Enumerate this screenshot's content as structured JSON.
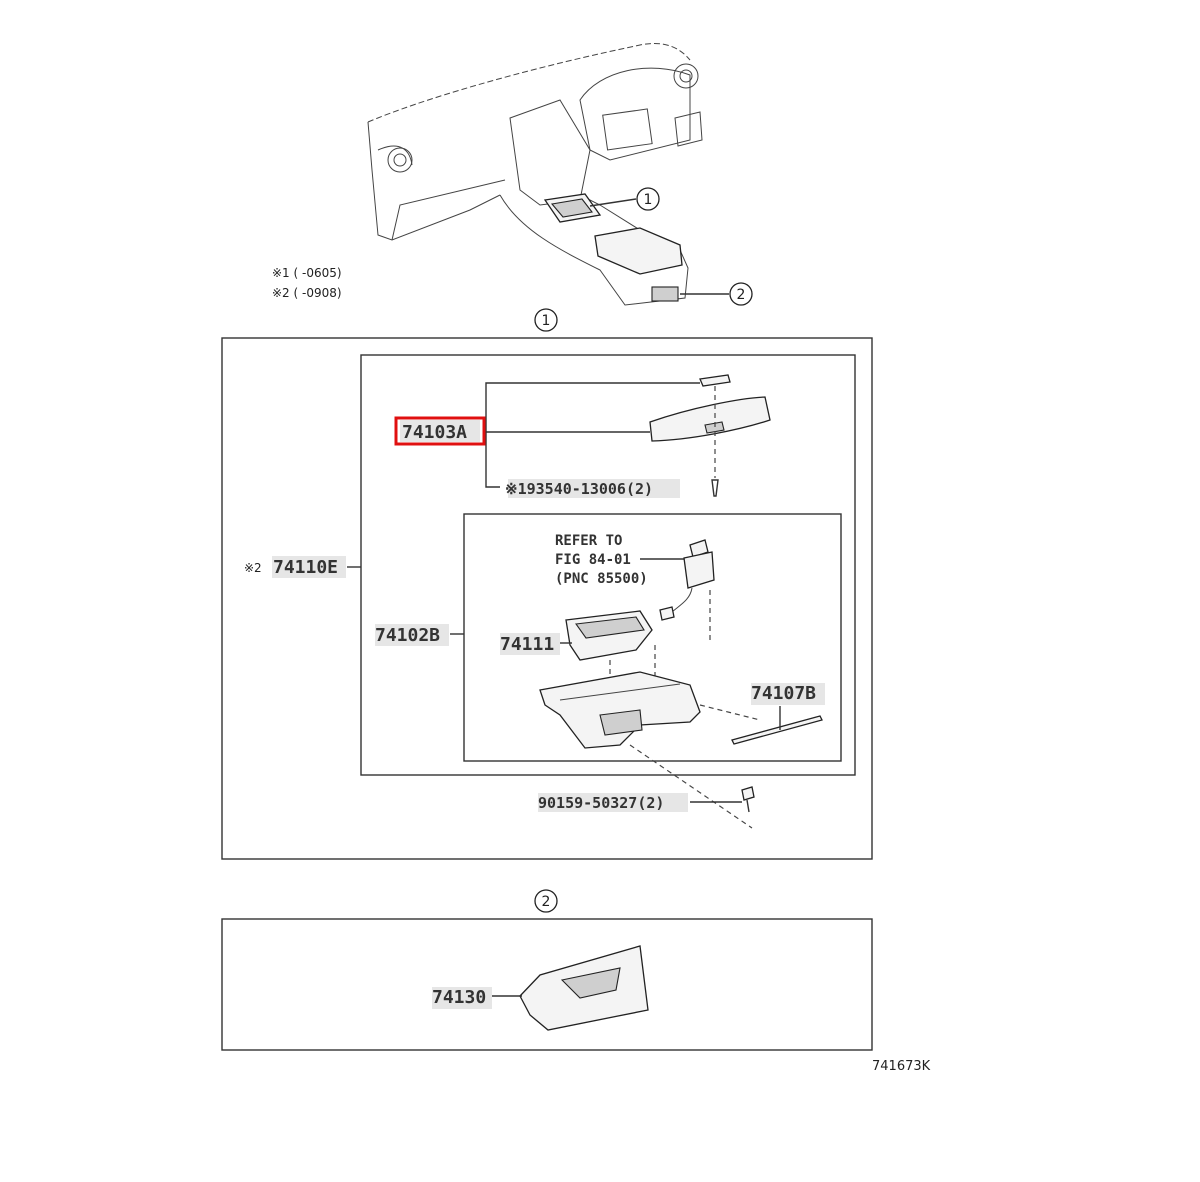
{
  "notes": {
    "note1": "※1 (    -0605)",
    "note2": "※2 (    -0908)"
  },
  "callouts": {
    "c1": "1",
    "c2": "2",
    "section1": "1",
    "section2": "2"
  },
  "parts": {
    "p74103A": "74103A",
    "p93540": "※193540-13006(2)",
    "p74110E_prefix": "※2",
    "p74110E": "74110E",
    "refer_line1": "REFER TO",
    "refer_line2": "FIG 84-01",
    "refer_line3": "(PNC 85500)",
    "p74102B": "74102B",
    "p74111": "74111",
    "p74107B": "74107B",
    "p90159": "90159-50327(2)",
    "p74130": "74130"
  },
  "figure_code": "741673K",
  "colors": {
    "highlight": "#e01010",
    "label_background": "#e6e6e6"
  }
}
